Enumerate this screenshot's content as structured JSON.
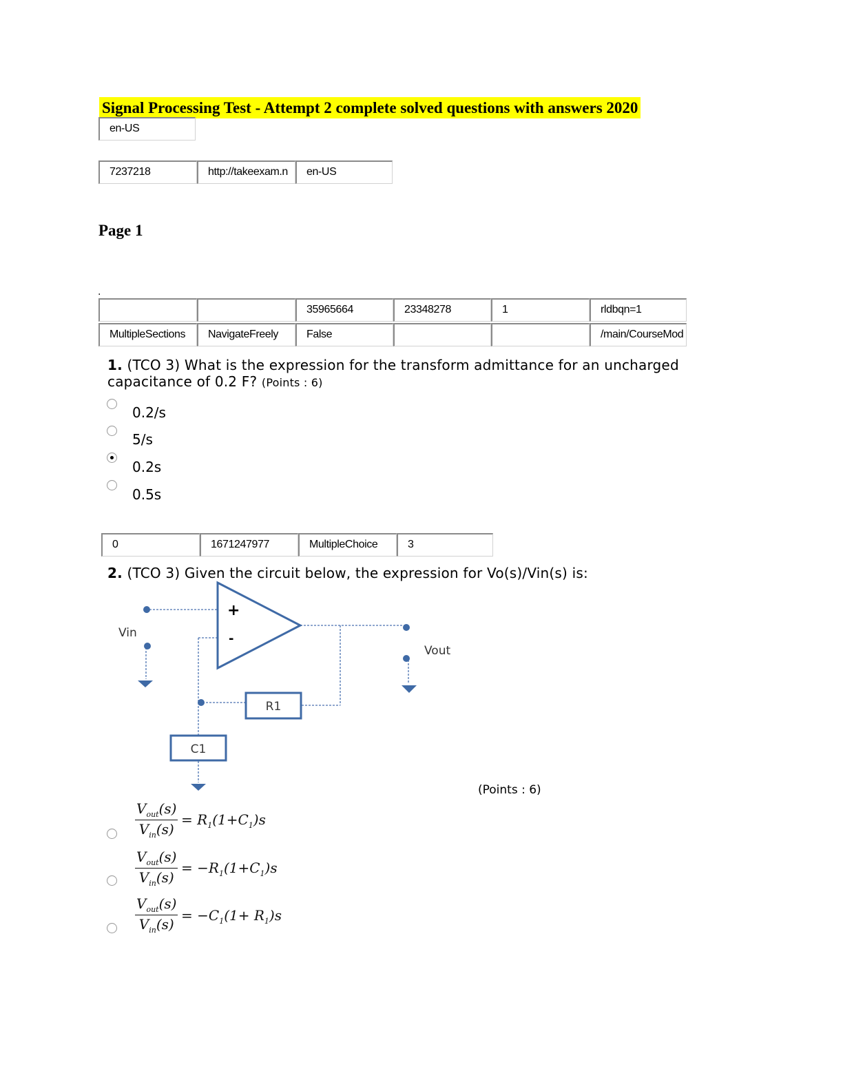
{
  "title": "Signal Processing Test - Attempt 2 complete solved questions with answers 2020",
  "meta_fields": {
    "row1": [
      "en-US"
    ],
    "row2": [
      "7237218",
      "http://takeexam.n",
      "en-US"
    ]
  },
  "page_heading": "Page 1",
  "stray_mark": ".",
  "section_table": {
    "row1": [
      "",
      "",
      "35965664",
      "23348278",
      "1",
      "rldbqn=1"
    ],
    "row2": [
      "MultipleSections",
      "NavigateFreely",
      "False",
      "",
      "",
      "/main/CourseMod"
    ]
  },
  "question1": {
    "number": "1.",
    "text_line1": "(TCO 3) What is the expression for the transform admittance for an uncharged",
    "text_line2": "capacitance of 0.2 F?",
    "points": "(Points : 6)",
    "options": [
      "0.2/s",
      "5/s",
      "0.2s",
      "0.5s"
    ],
    "selected_index": 2
  },
  "question_fields": [
    "0",
    "1671247977",
    "MultipleChoice",
    "3"
  ],
  "question2": {
    "number": "2.",
    "text": "(TCO 3) Given the circuit below, the expression for Vo(s)/Vin(s) is:",
    "points": "(Points : 6)",
    "circuit_labels": {
      "plus": "+",
      "minus": "-",
      "vin": "Vin",
      "vout": "Vout",
      "r1": "R1",
      "c1": "C1"
    },
    "options": [
      {
        "num": "V",
        "num_sub": "out",
        "num_arg": "(s)",
        "den": "V",
        "den_sub": "in",
        "den_arg": "(s)",
        "rhs": "= R",
        "rhs_sub": "1",
        "rhs_mid": "(1+C",
        "rhs_sub2": "1",
        "rhs_end": ")s"
      },
      {
        "num": "V",
        "num_sub": "out",
        "num_arg": "(s)",
        "den": "V",
        "den_sub": "in",
        "den_arg": "(s)",
        "rhs": "= −R",
        "rhs_sub": "1",
        "rhs_mid": "(1+C",
        "rhs_sub2": "1",
        "rhs_end": ")s"
      },
      {
        "num": "V",
        "num_sub": "out",
        "num_arg": "(s)",
        "den": "V",
        "den_sub": "in",
        "den_arg": "(s)",
        "rhs": "= −C",
        "rhs_sub": "1",
        "rhs_mid": "(1+ R",
        "rhs_sub2": "1",
        "rhs_end": ")s"
      }
    ]
  },
  "colors": {
    "highlight": "#ffff00",
    "circuit_blue": "#3f6aa6",
    "field_border": "#8a8a8a"
  }
}
